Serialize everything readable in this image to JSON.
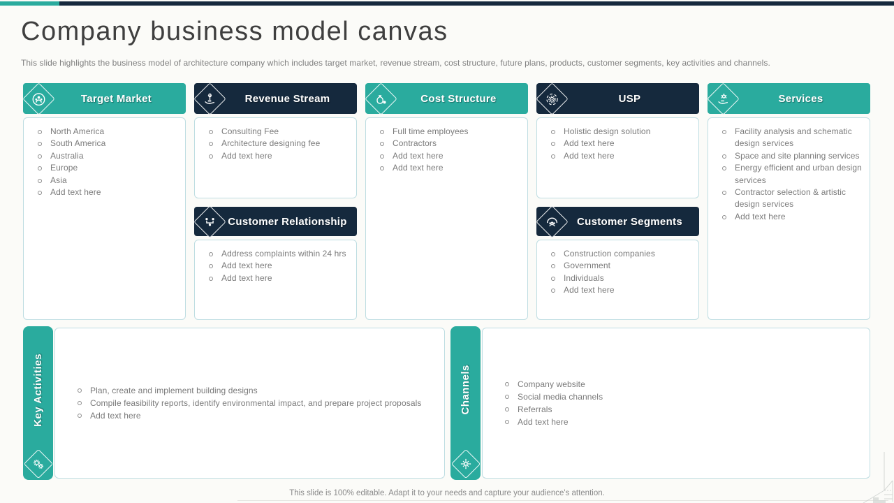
{
  "accent": {
    "teal": "#2aab9e",
    "navy": "#15293d",
    "box_border": "#bedde2",
    "body_text": "#7a7a7a",
    "title_color": "#3f3f3f"
  },
  "header": {
    "title": "Company business model canvas",
    "subtitle": "This slide highlights the business model of architecture company which includes target market, revenue stream, cost structure, future plans, products, customer segments, key activities and channels."
  },
  "columns": [
    {
      "title": "Target Market",
      "icon": "target-market-icon",
      "items": [
        "North America",
        "South America",
        "Australia",
        "Europe",
        "Asia",
        "Add text here"
      ]
    },
    {
      "title": "Revenue Stream",
      "icon": "revenue-stream-icon",
      "items": [
        "Consulting Fee",
        "Architecture designing fee",
        "Add text here"
      ],
      "sub": {
        "title": "Customer Relationship",
        "icon": "customer-relationship-icon",
        "items": [
          "Address complaints within 24 hrs",
          "Add text here",
          "Add text here"
        ]
      }
    },
    {
      "title": "Cost Structure",
      "icon": "cost-structure-icon",
      "items": [
        "Full time employees",
        "Contractors",
        "Add text here",
        "Add text here"
      ]
    },
    {
      "title": "USP",
      "icon": "usp-icon",
      "items": [
        "Holistic design solution",
        "Add text here",
        "Add text here"
      ],
      "sub": {
        "title": "Customer Segments",
        "icon": "customer-segments-icon",
        "items": [
          "Construction companies",
          "Government",
          "Individuals",
          "Add text here"
        ]
      }
    },
    {
      "title": "Services",
      "icon": "services-icon",
      "items": [
        "Facility analysis and schematic design services",
        "Space and site planning services",
        "Energy efficient and urban design services",
        "Contractor selection & artistic design services",
        "Add text here"
      ]
    }
  ],
  "bottom": [
    {
      "label": "Key Activities",
      "icon": "gears-icon",
      "items": [
        "Plan, create and implement building designs",
        "Compile feasibility reports, identify environmental  impact, and prepare  project proposals",
        "Add text here"
      ]
    },
    {
      "label": "Channels",
      "icon": "network-hub-icon",
      "items": [
        "Company website",
        "Social media channels",
        "Referrals",
        "Add text here"
      ]
    }
  ],
  "footer": {
    "note": "This slide is 100% editable. Adapt it to your needs and capture your audience's attention."
  }
}
